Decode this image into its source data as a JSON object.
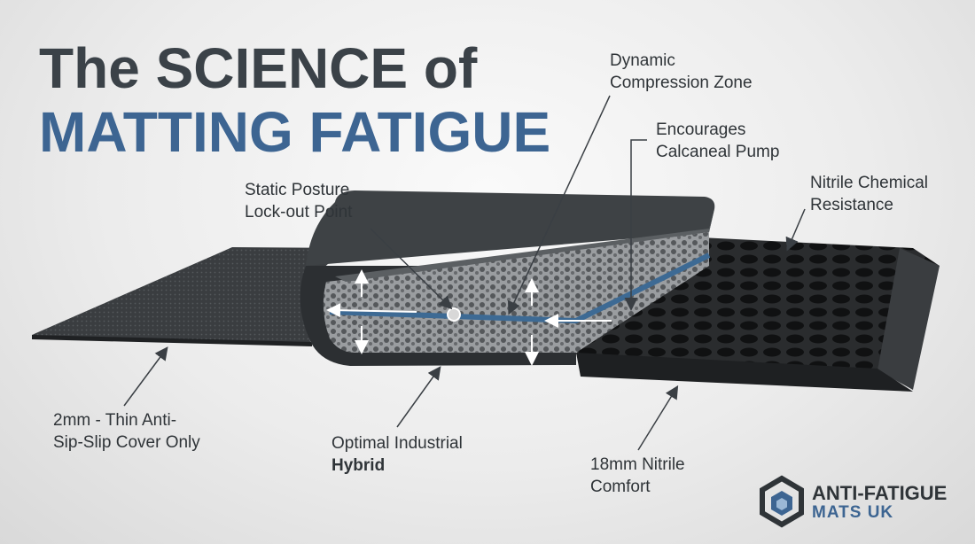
{
  "title": {
    "line1": "The SCIENCE of",
    "line2": "MATTING FATIGUE"
  },
  "labels": {
    "dynamic_line1": "Dynamic",
    "dynamic_line2": "Compression Zone",
    "calcaneal_line1": "Encourages",
    "calcaneal_line2": "Calcaneal Pump",
    "static_line1": "Static Posture",
    "static_line2": "Lock-out Point",
    "nitrile_line1": "Nitrile Chemical",
    "nitrile_line2": "Resistance",
    "thin_line1": "2mm - Thin Anti-",
    "thin_line2": "Sip-Slip Cover Only",
    "hybrid_line1": "Optimal Industrial",
    "hybrid_line2": "Hybrid",
    "comfort_line1": "18mm Nitrile",
    "comfort_line2": "Comfort"
  },
  "brand": {
    "line1": "ANTI-FATIGUE",
    "line2": "MATS UK",
    "icon": "hexagon-logo-icon"
  },
  "colors": {
    "title_dark": "#3b4248",
    "title_blue": "#3d6592",
    "mat_dark": "#2c2f32",
    "foam_grey": "#8a8d90",
    "flow_blue": "#3d6a94"
  }
}
